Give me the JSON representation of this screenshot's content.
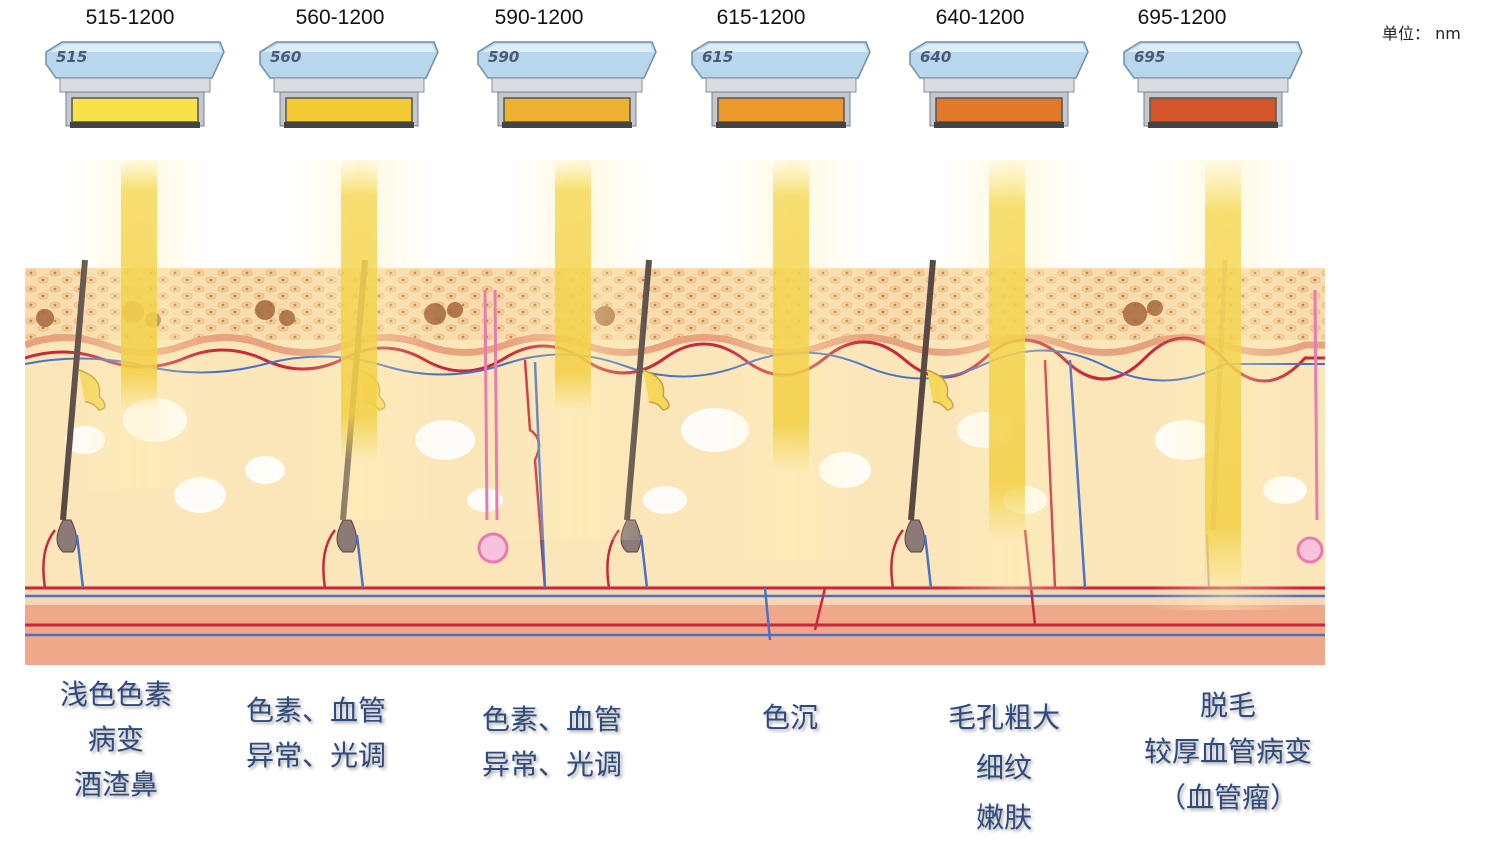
{
  "unit_label": "单位： nm",
  "filters": [
    {
      "range": "515-1200",
      "tip": "515",
      "color": "#f8e24a"
    },
    {
      "range": "560-1200",
      "tip": "560",
      "color": "#f3cc35"
    },
    {
      "range": "590-1200",
      "tip": "590",
      "color": "#eeb233"
    },
    {
      "range": "615-1200",
      "tip": "615",
      "color": "#eb9a2b"
    },
    {
      "range": "640-1200",
      "tip": "640",
      "color": "#e07a2a"
    },
    {
      "range": "695-1200",
      "tip": "695",
      "color": "#d4562a"
    }
  ],
  "indications": [
    {
      "lines": [
        "浅色色素",
        "病变",
        "酒渣鼻"
      ]
    },
    {
      "lines": [
        "色素、血管",
        "异常、光调"
      ]
    },
    {
      "lines": [
        "色素、血管",
        "异常、光调"
      ]
    },
    {
      "lines": [
        "色沉"
      ]
    },
    {
      "lines": [
        "毛孔粗大",
        "细纹",
        "嫩肤"
      ]
    },
    {
      "lines": [
        "脱毛",
        "较厚血管病变",
        "（血管瘤）"
      ]
    }
  ]
}
